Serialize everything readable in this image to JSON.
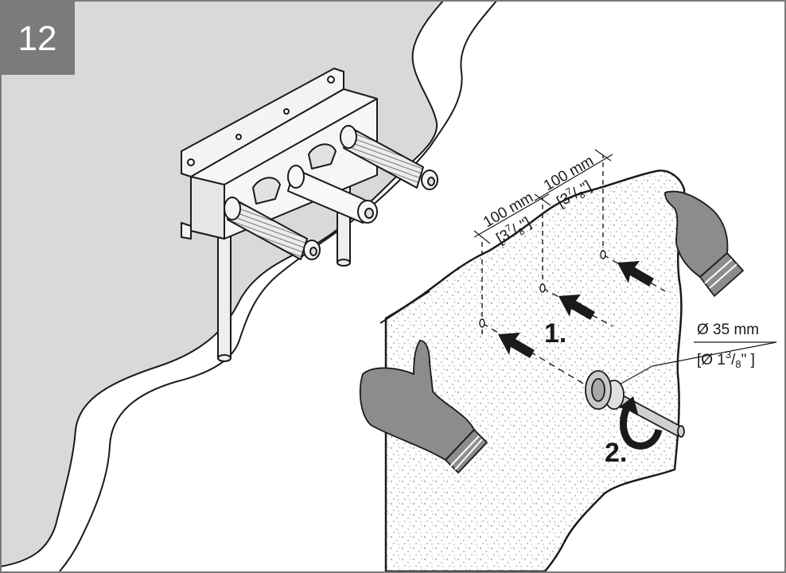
{
  "step_number": "12",
  "dimensions": {
    "spacing_left": {
      "metric": "100 mm",
      "imperial_whole": "[3",
      "imperial_num": "7",
      "imperial_den": "8",
      "imperial_close": "\"]"
    },
    "spacing_right": {
      "metric": "100 mm",
      "imperial_whole": "[3",
      "imperial_num": "7",
      "imperial_den": "8",
      "imperial_close": "\"]"
    },
    "hole_diameter": {
      "metric": "Ø 35 mm",
      "imperial_whole": "[Ø 1",
      "imperial_num": "3",
      "imperial_den": "8",
      "imperial_close": "\" ]"
    }
  },
  "steps": {
    "first": "1.",
    "second": "2."
  },
  "colors": {
    "panel": "#d9d9d9",
    "frame": "#7a7a7a",
    "badge": "#7b7b7b",
    "hand": "#8c8c8c",
    "ink": "#1a1a1a"
  },
  "icons": [
    "hand-left-icon",
    "hand-right-icon",
    "arrow-icon",
    "rotate-arrow-icon",
    "drill-bit-icon"
  ]
}
